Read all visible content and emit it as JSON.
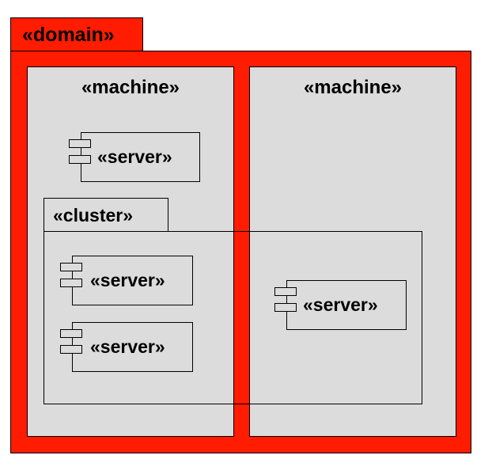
{
  "colors": {
    "domain_fill": "#ff1c00",
    "machine_fill": "#dcdcdc",
    "line": "#000000"
  },
  "domain": {
    "label": "«domain»"
  },
  "machines": [
    {
      "label": "«machine»"
    },
    {
      "label": "«machine»"
    }
  ],
  "cluster": {
    "label": "«cluster»"
  },
  "servers": [
    {
      "label": "«server»"
    },
    {
      "label": "«server»"
    },
    {
      "label": "«server»"
    },
    {
      "label": "«server»"
    }
  ],
  "icons": [
    "component-icon"
  ]
}
